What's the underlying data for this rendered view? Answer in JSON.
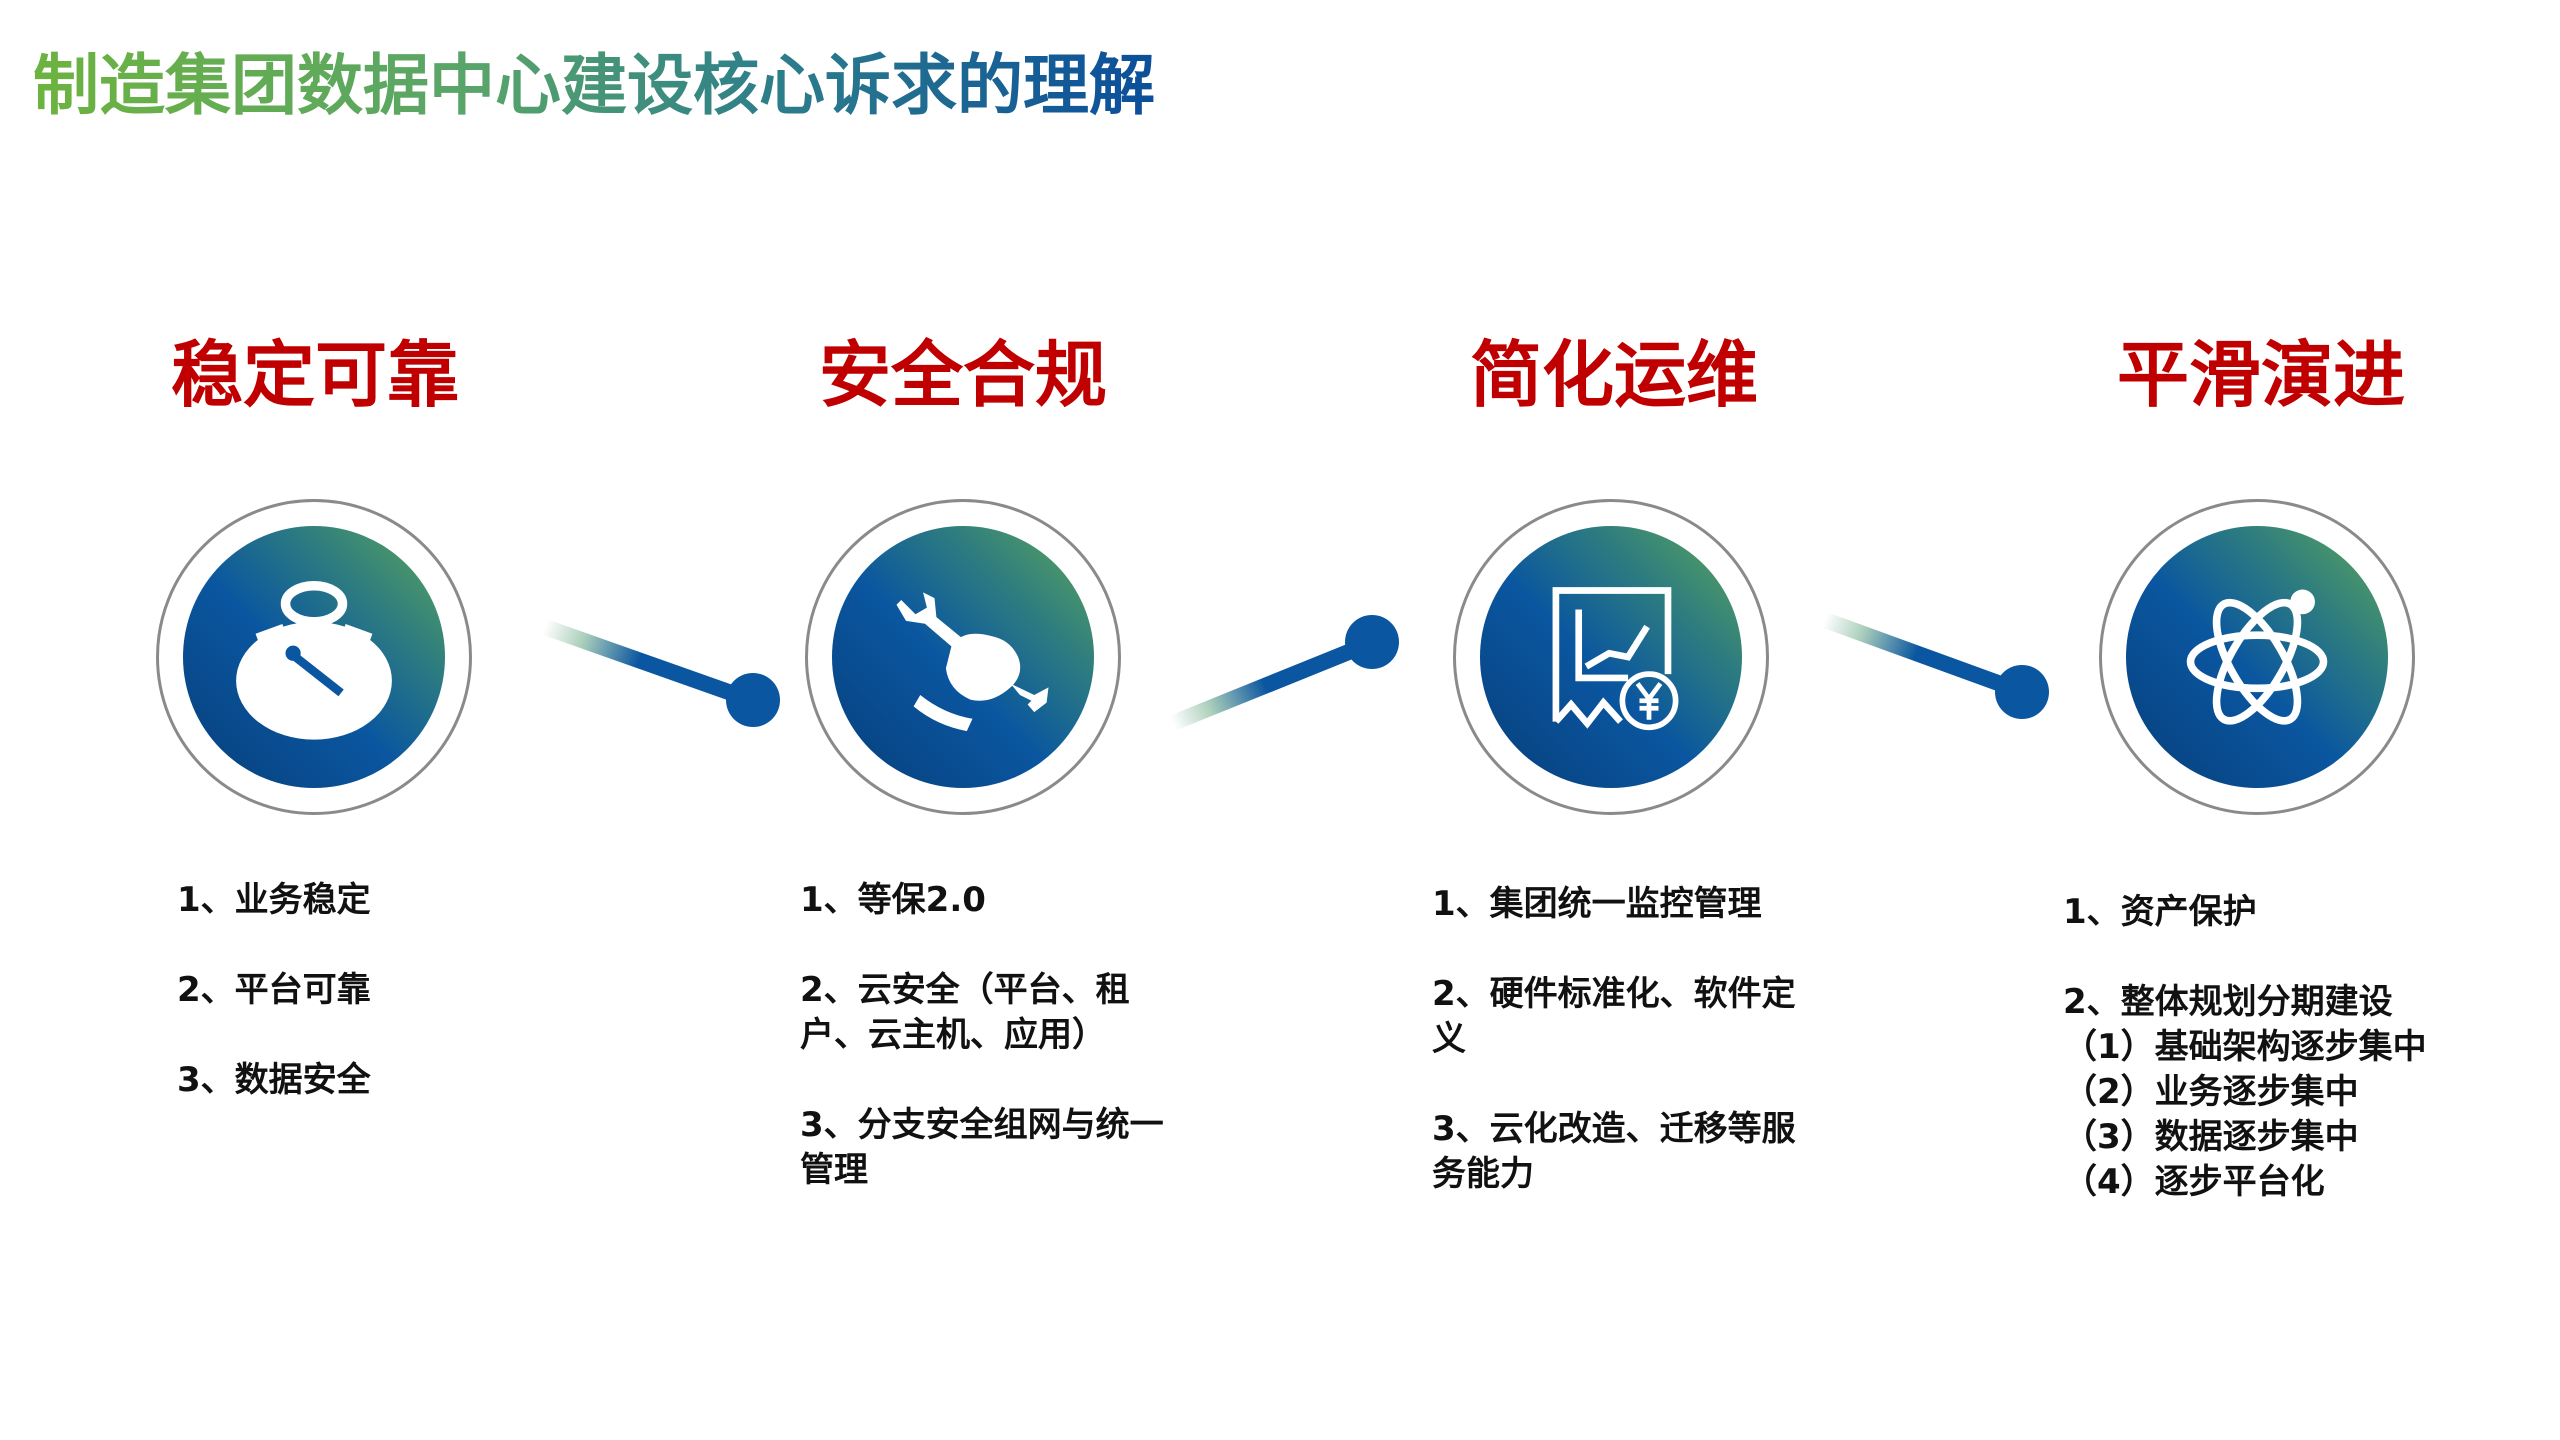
{
  "slide": {
    "title": "制造集团数据中心建设核心诉求的理解",
    "colors": {
      "title_gradient_start": "#6db33f",
      "title_gradient_end": "#0b4e9b",
      "heading": "#c00000",
      "disc_green": "#5fa85a",
      "disc_blue": "#0a56a0",
      "connector": "#0a56a0",
      "body_text": "#111111"
    }
  },
  "pillars": [
    {
      "heading": "稳定可靠",
      "icon": "stopwatch-icon",
      "points": [
        "1、业务稳定",
        "2、平台可靠",
        "3、数据安全"
      ]
    },
    {
      "heading": "安全合规",
      "icon": "wrench-fist-icon",
      "points": [
        "1、等保2.0",
        "2、云安全（平台、租户、云主机、应用）",
        "3、分支安全组网与统一管理"
      ]
    },
    {
      "heading": "简化运维",
      "icon": "chart-receipt-yuan-icon",
      "points": [
        "1、集团统一监控管理",
        "2、硬件标准化、软件定义",
        "3、云化改造、迁移等服务能力"
      ]
    },
    {
      "heading": "平滑演进",
      "icon": "atom-icon",
      "points": [
        "1、资产保护",
        "2、整体规划分期建设",
        "（1）基础架构逐步集中",
        "（2）业务逐步集中",
        "（3）数据逐步集中",
        "（4）逐步平台化"
      ]
    }
  ]
}
